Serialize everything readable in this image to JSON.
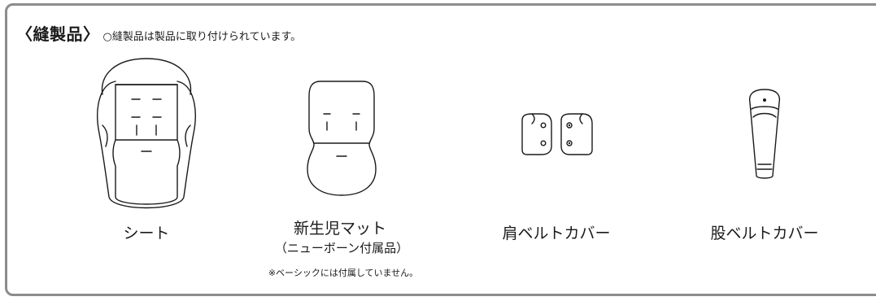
{
  "heading": {
    "title": "〈縫製品〉",
    "note": "○縫製品は製品に取り付けられています。"
  },
  "items": [
    {
      "icon": "seat-icon",
      "label": "シート"
    },
    {
      "icon": "newborn-mat-icon",
      "label": "新生児マット",
      "sublabel": "（ニューボーン付属品）",
      "footnote": "※ベーシックには付属していません。"
    },
    {
      "icon": "shoulder-belt-cover-icon",
      "label": "肩ベルトカバー"
    },
    {
      "icon": "crotch-belt-cover-icon",
      "label": "股ベルトカバー"
    }
  ]
}
